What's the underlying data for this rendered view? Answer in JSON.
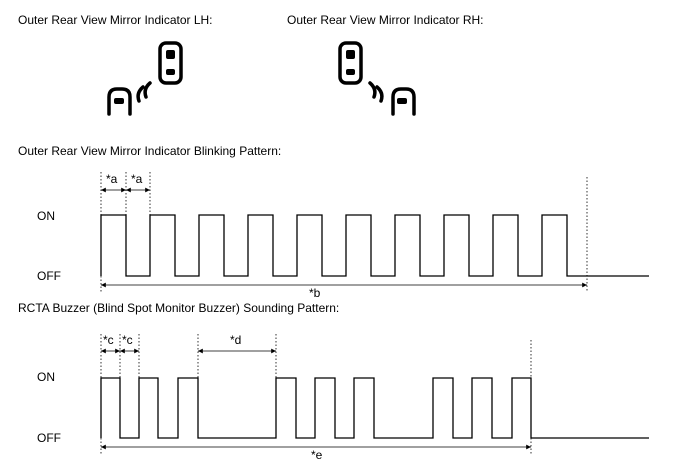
{
  "indicators": {
    "lh_label": "Outer Rear View Mirror Indicator LH:",
    "rh_label": "Outer Rear View Mirror Indicator RH:"
  },
  "blinking": {
    "title": "Outer Rear View Mirror Indicator Blinking Pattern:",
    "on_label": "ON",
    "off_label": "OFF",
    "dim_a1": "*a",
    "dim_a2": "*a",
    "dim_b": "*b",
    "pulse_count": 10
  },
  "buzzer": {
    "title": "RCTA Buzzer (Blind Spot Monitor Buzzer) Sounding Pattern:",
    "on_label": "ON",
    "off_label": "OFF",
    "dim_c1": "*c",
    "dim_c2": "*c",
    "dim_d": "*d",
    "dim_e": "*e",
    "pulse_groups": [
      3,
      3,
      3
    ]
  }
}
